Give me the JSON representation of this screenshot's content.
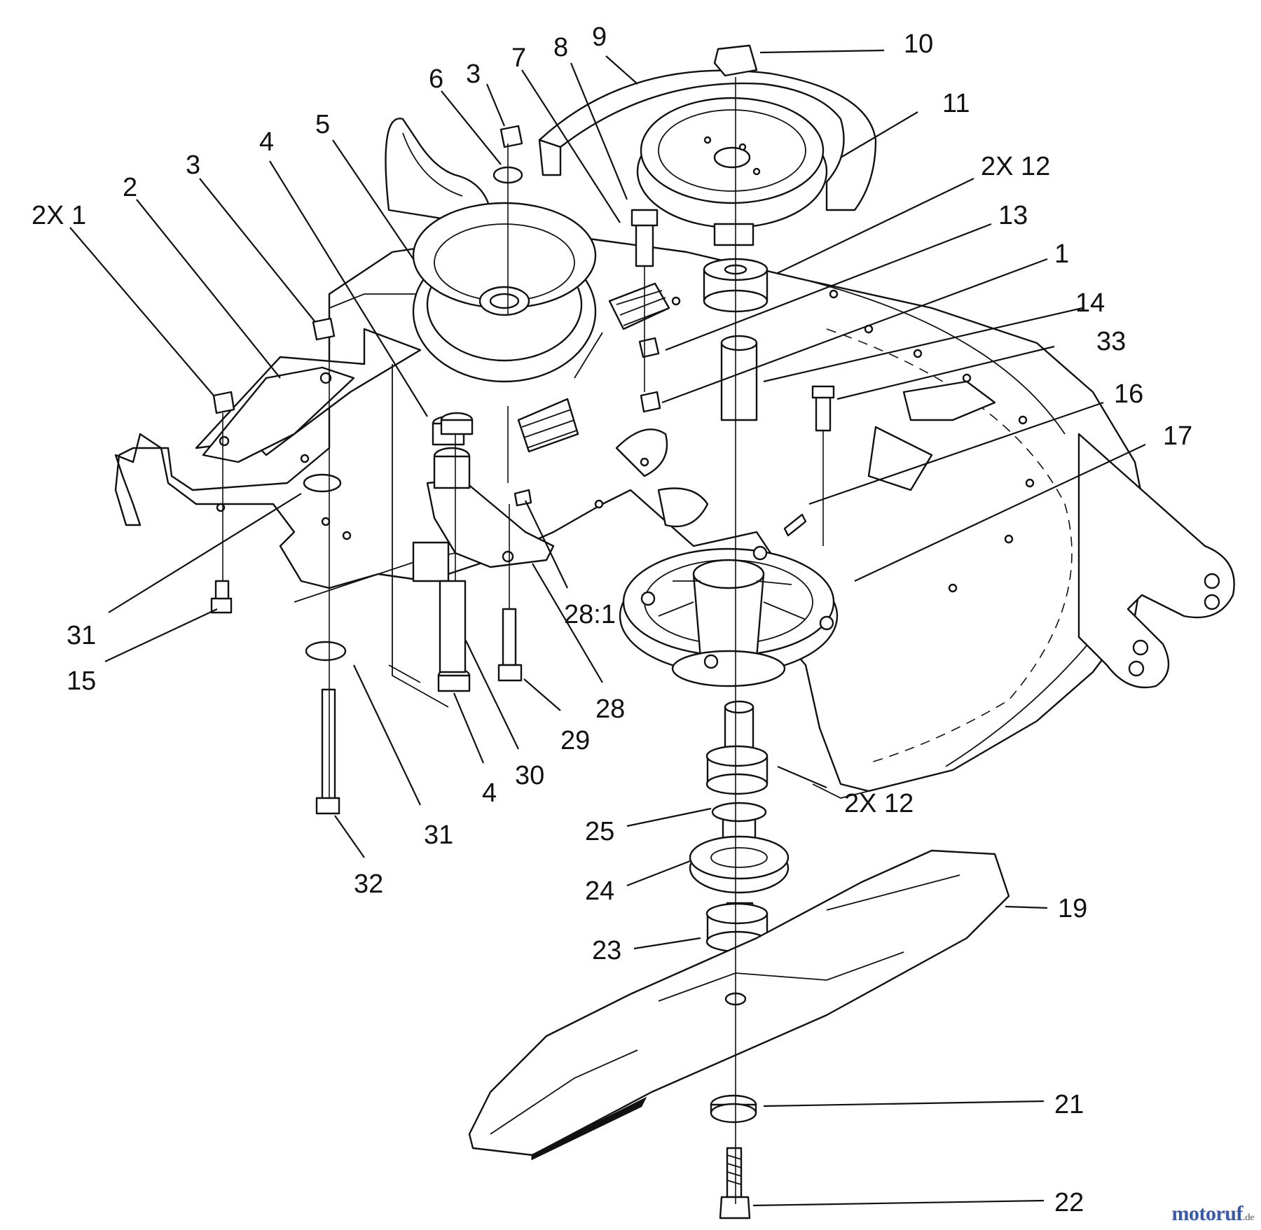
{
  "diagram": {
    "callouts": [
      {
        "id": "c-2x1",
        "text": "2X 1"
      },
      {
        "id": "c-2",
        "text": "2"
      },
      {
        "id": "c-3a",
        "text": "3"
      },
      {
        "id": "c-4a",
        "text": "4"
      },
      {
        "id": "c-5",
        "text": "5"
      },
      {
        "id": "c-6",
        "text": "6"
      },
      {
        "id": "c-3b",
        "text": "3"
      },
      {
        "id": "c-7",
        "text": "7"
      },
      {
        "id": "c-8",
        "text": "8"
      },
      {
        "id": "c-9",
        "text": "9"
      },
      {
        "id": "c-10",
        "text": "10"
      },
      {
        "id": "c-11",
        "text": "11"
      },
      {
        "id": "c-2x12a",
        "text": "2X 12"
      },
      {
        "id": "c-13",
        "text": "13"
      },
      {
        "id": "c-1",
        "text": "1"
      },
      {
        "id": "c-14",
        "text": "14"
      },
      {
        "id": "c-33",
        "text": "33"
      },
      {
        "id": "c-16",
        "text": "16"
      },
      {
        "id": "c-17",
        "text": "17"
      },
      {
        "id": "c-31a",
        "text": "31"
      },
      {
        "id": "c-15",
        "text": "15"
      },
      {
        "id": "c-28-1",
        "text": "28:1"
      },
      {
        "id": "c-28",
        "text": "28"
      },
      {
        "id": "c-29",
        "text": "29"
      },
      {
        "id": "c-30",
        "text": "30"
      },
      {
        "id": "c-4b",
        "text": "4"
      },
      {
        "id": "c-31b",
        "text": "31"
      },
      {
        "id": "c-32",
        "text": "32"
      },
      {
        "id": "c-2x12b",
        "text": "2X 12"
      },
      {
        "id": "c-25",
        "text": "25"
      },
      {
        "id": "c-24",
        "text": "24"
      },
      {
        "id": "c-19",
        "text": "19"
      },
      {
        "id": "c-23",
        "text": "23"
      },
      {
        "id": "c-21",
        "text": "21"
      },
      {
        "id": "c-22",
        "text": "22"
      }
    ]
  },
  "watermark": {
    "brand": "motoruf",
    "tld": ".de"
  }
}
